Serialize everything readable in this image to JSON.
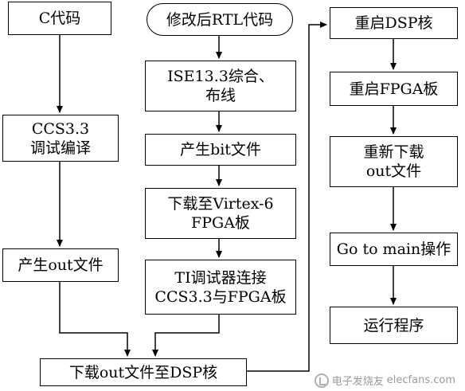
{
  "nodes": {
    "c_code": "C代码",
    "ccs_compile": "CCS3.3\n调试编译",
    "gen_out": "产生out文件",
    "rtl_code": "修改后RTL代码",
    "ise_synth": "ISE13.3综合、\n布线",
    "gen_bit": "产生bit文件",
    "download_fpga": "下载至Virtex-6\nFPGA板",
    "ti_debugger": "TI调试器连接\nCCS3.3与FPGA板",
    "download_out": "下载out文件至DSP核",
    "restart_dsp": "重启DSP核",
    "restart_fpga": "重启FPGA板",
    "redownload_out": "重新下载\nout文件",
    "goto_main": "Go to main操作",
    "run_program": "运行程序"
  },
  "watermark": {
    "text": "电子发烧友",
    "domain": "elecfans.com"
  }
}
